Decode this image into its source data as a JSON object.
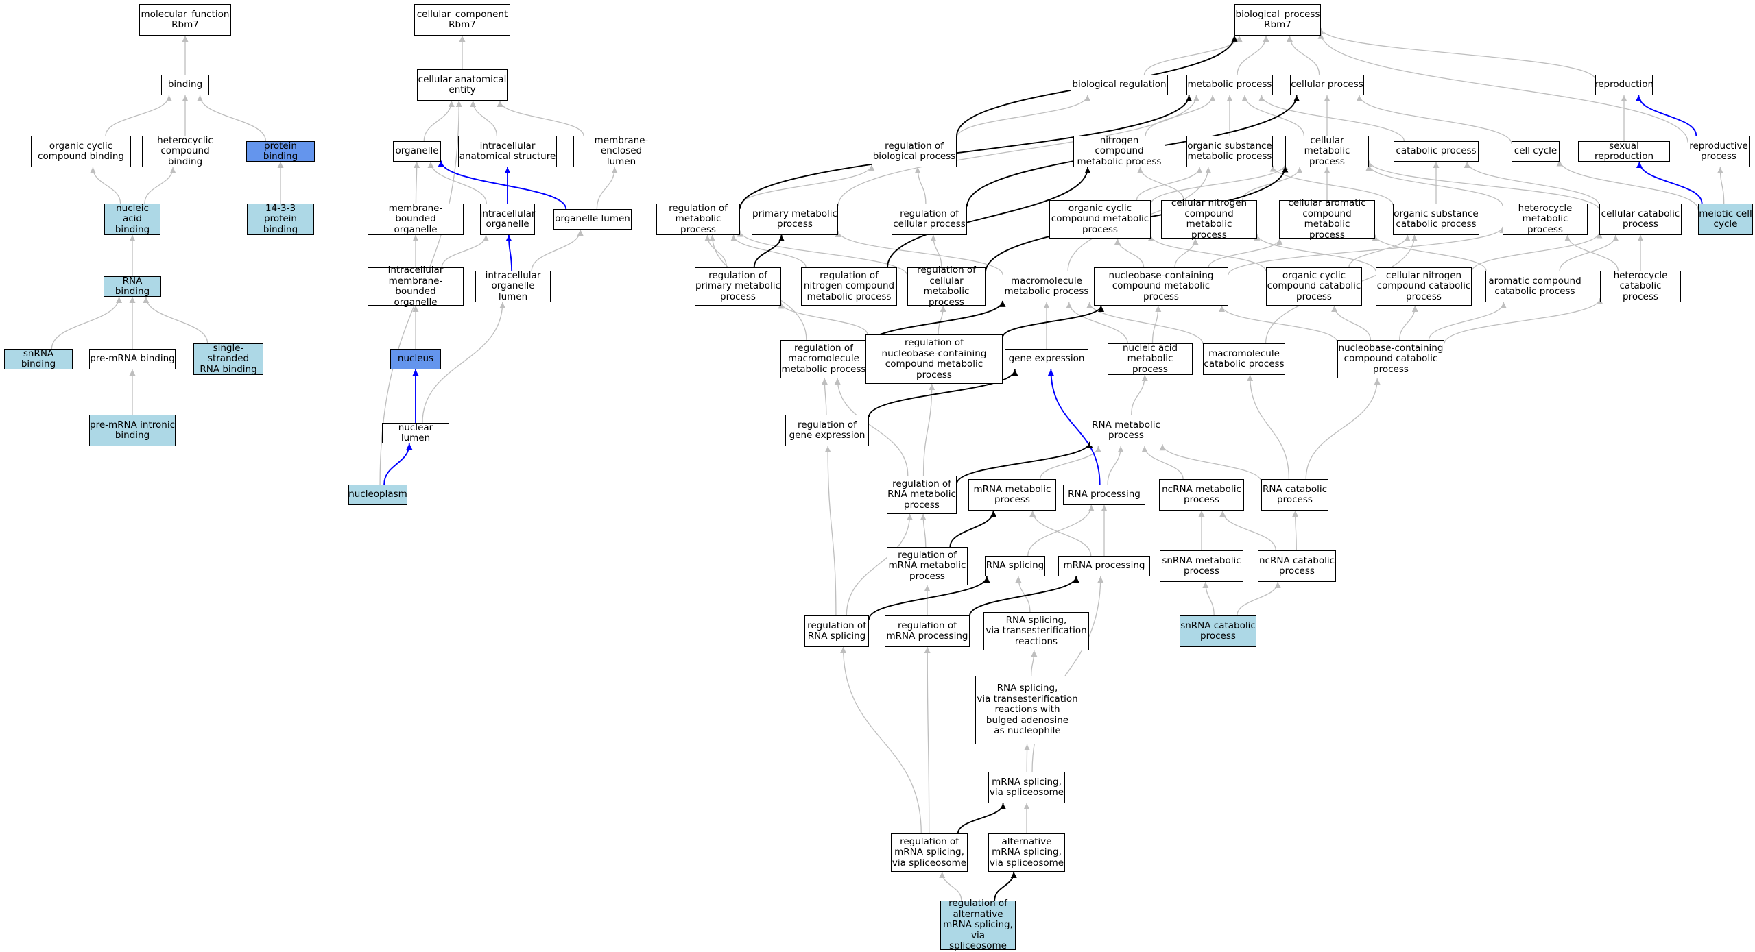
{
  "colors": {
    "white": "#ffffff",
    "light": "#add8e6",
    "blue": "#6495ed",
    "edge_gray": "#bebebe",
    "edge_blue": "#0000ff",
    "edge_black": "#000000"
  },
  "nodes": [
    {
      "id": "mf",
      "label": "molecular_function\nRbm7",
      "fill": "white"
    },
    {
      "id": "binding",
      "label": "binding",
      "fill": "white"
    },
    {
      "id": "ocb",
      "label": "organic cyclic\ncompound binding",
      "fill": "white"
    },
    {
      "id": "hcb",
      "label": "heterocyclic\ncompound binding",
      "fill": "white"
    },
    {
      "id": "pb",
      "label": "protein binding",
      "fill": "blue"
    },
    {
      "id": "nab",
      "label": "nucleic acid\nbinding",
      "fill": "light"
    },
    {
      "id": "b1433",
      "label": "14-3-3 protein\nbinding",
      "fill": "light"
    },
    {
      "id": "rnab",
      "label": "RNA binding",
      "fill": "light"
    },
    {
      "id": "snrnab",
      "label": "snRNA binding",
      "fill": "light"
    },
    {
      "id": "premrnab",
      "label": "pre-mRNA binding",
      "fill": "white"
    },
    {
      "id": "ssrnab",
      "label": "single-stranded\nRNA binding",
      "fill": "light"
    },
    {
      "id": "pmib",
      "label": "pre-mRNA intronic\nbinding",
      "fill": "light"
    },
    {
      "id": "cc",
      "label": "cellular_component\nRbm7",
      "fill": "white"
    },
    {
      "id": "cae",
      "label": "cellular anatomical\nentity",
      "fill": "white"
    },
    {
      "id": "organelle",
      "label": "organelle",
      "fill": "white"
    },
    {
      "id": "ias",
      "label": "intracellular\nanatomical structure",
      "fill": "white"
    },
    {
      "id": "mel",
      "label": "membrane-enclosed\nlumen",
      "fill": "white"
    },
    {
      "id": "mbo",
      "label": "membrane-bounded\norganelle",
      "fill": "white"
    },
    {
      "id": "io",
      "label": "intracellular\norganelle",
      "fill": "white"
    },
    {
      "id": "ol",
      "label": "organelle lumen",
      "fill": "white"
    },
    {
      "id": "imbo",
      "label": "intracellular\nmembrane-bounded\norganelle",
      "fill": "white"
    },
    {
      "id": "iol",
      "label": "intracellular\norganelle lumen",
      "fill": "white"
    },
    {
      "id": "nucleus",
      "label": "nucleus",
      "fill": "blue"
    },
    {
      "id": "nl",
      "label": "nuclear lumen",
      "fill": "white"
    },
    {
      "id": "np",
      "label": "nucleoplasm",
      "fill": "light"
    },
    {
      "id": "bp",
      "label": "biological_process\nRbm7",
      "fill": "white"
    },
    {
      "id": "breg",
      "label": "biological regulation",
      "fill": "white"
    },
    {
      "id": "mp",
      "label": "metabolic process",
      "fill": "white"
    },
    {
      "id": "cp",
      "label": "cellular process",
      "fill": "white"
    },
    {
      "id": "repro",
      "label": "reproduction",
      "fill": "white"
    },
    {
      "id": "rbp",
      "label": "regulation of\nbiological process",
      "fill": "white"
    },
    {
      "id": "ncmp",
      "label": "nitrogen compound\nmetabolic process",
      "fill": "white"
    },
    {
      "id": "osmp",
      "label": "organic substance\nmetabolic process",
      "fill": "white"
    },
    {
      "id": "cmp",
      "label": "cellular metabolic\nprocess",
      "fill": "white"
    },
    {
      "id": "catp",
      "label": "catabolic process",
      "fill": "white"
    },
    {
      "id": "ccyc",
      "label": "cell cycle",
      "fill": "white"
    },
    {
      "id": "sexrep",
      "label": "sexual reproduction",
      "fill": "white"
    },
    {
      "id": "repp",
      "label": "reproductive\nprocess",
      "fill": "white"
    },
    {
      "id": "rmp",
      "label": "regulation of\nmetabolic process",
      "fill": "white"
    },
    {
      "id": "pmp",
      "label": "primary metabolic\nprocess",
      "fill": "white"
    },
    {
      "id": "rcp",
      "label": "regulation of\ncellular process",
      "fill": "white"
    },
    {
      "id": "occmp",
      "label": "organic cyclic\ncompound metabolic\nprocess",
      "fill": "white"
    },
    {
      "id": "cncmp",
      "label": "cellular nitrogen\ncompound metabolic\nprocess",
      "fill": "white"
    },
    {
      "id": "cacmp",
      "label": "cellular aromatic\ncompound metabolic\nprocess",
      "fill": "white"
    },
    {
      "id": "oscp",
      "label": "organic substance\ncatabolic process",
      "fill": "white"
    },
    {
      "id": "hmp",
      "label": "heterocycle\nmetabolic process",
      "fill": "white"
    },
    {
      "id": "ccp",
      "label": "cellular catabolic\nprocess",
      "fill": "white"
    },
    {
      "id": "mcc",
      "label": "meiotic cell\ncycle",
      "fill": "light"
    },
    {
      "id": "rpmp",
      "label": "regulation of\nprimary metabolic\nprocess",
      "fill": "white"
    },
    {
      "id": "rncmp",
      "label": "regulation of\nnitrogen compound\nmetabolic process",
      "fill": "white"
    },
    {
      "id": "rcmp",
      "label": "regulation of\ncellular metabolic\nprocess",
      "fill": "white"
    },
    {
      "id": "macmp",
      "label": "macromolecule\nmetabolic process",
      "fill": "white"
    },
    {
      "id": "nbcmp",
      "label": "nucleobase-containing\ncompound metabolic\nprocess",
      "fill": "white"
    },
    {
      "id": "occcp",
      "label": "organic cyclic\ncompound catabolic\nprocess",
      "fill": "white"
    },
    {
      "id": "cnccp",
      "label": "cellular nitrogen\ncompound catabolic\nprocess",
      "fill": "white"
    },
    {
      "id": "accp",
      "label": "aromatic compound\ncatabolic process",
      "fill": "white"
    },
    {
      "id": "hcp",
      "label": "heterocycle\ncatabolic process",
      "fill": "white"
    },
    {
      "id": "rmmp",
      "label": "regulation of\nmacromolecule\nmetabolic process",
      "fill": "white"
    },
    {
      "id": "rnbcmp",
      "label": "regulation of\nnucleobase-containing\ncompound metabolic\nprocess",
      "fill": "white"
    },
    {
      "id": "ge",
      "label": "gene expression",
      "fill": "white"
    },
    {
      "id": "namp",
      "label": "nucleic acid\nmetabolic process",
      "fill": "white"
    },
    {
      "id": "maccp",
      "label": "macromolecule\ncatabolic process",
      "fill": "white"
    },
    {
      "id": "nbccp",
      "label": "nucleobase-containing\ncompound catabolic\nprocess",
      "fill": "white"
    },
    {
      "id": "rge",
      "label": "regulation of\ngene expression",
      "fill": "white"
    },
    {
      "id": "rnamp",
      "label": "RNA metabolic\nprocess",
      "fill": "white"
    },
    {
      "id": "rrnamp",
      "label": "regulation of\nRNA metabolic\nprocess",
      "fill": "white"
    },
    {
      "id": "mrnamp",
      "label": "mRNA metabolic\nprocess",
      "fill": "white"
    },
    {
      "id": "rnaproc",
      "label": "RNA processing",
      "fill": "white"
    },
    {
      "id": "ncrnamp",
      "label": "ncRNA metabolic\nprocess",
      "fill": "white"
    },
    {
      "id": "rnacp",
      "label": "RNA catabolic\nprocess",
      "fill": "white"
    },
    {
      "id": "rmrnamp",
      "label": "regulation of\nmRNA metabolic\nprocess",
      "fill": "white"
    },
    {
      "id": "rnasplice",
      "label": "RNA splicing",
      "fill": "white"
    },
    {
      "id": "mrnaproc",
      "label": "mRNA processing",
      "fill": "white"
    },
    {
      "id": "snrnamp",
      "label": "snRNA metabolic\nprocess",
      "fill": "white"
    },
    {
      "id": "ncrnacp",
      "label": "ncRNA catabolic\nprocess",
      "fill": "white"
    },
    {
      "id": "rrnasplice",
      "label": "regulation of\nRNA splicing",
      "fill": "white"
    },
    {
      "id": "rmrnaproc",
      "label": "regulation of\nmRNA processing",
      "fill": "white"
    },
    {
      "id": "rsvtr",
      "label": "RNA splicing,\nvia transesterification\nreactions",
      "fill": "white"
    },
    {
      "id": "snrnacp",
      "label": "snRNA catabolic\nprocess",
      "fill": "light"
    },
    {
      "id": "rsvtrba",
      "label": "RNA splicing,\nvia transesterification\nreactions with\nbulged adenosine\nas nucleophile",
      "fill": "white"
    },
    {
      "id": "msvs",
      "label": "mRNA splicing,\nvia spliceosome",
      "fill": "white"
    },
    {
      "id": "rmsvs",
      "label": "regulation of\nmRNA splicing,\nvia spliceosome",
      "fill": "white"
    },
    {
      "id": "amsvs",
      "label": "alternative\nmRNA splicing,\nvia spliceosome",
      "fill": "white"
    },
    {
      "id": "ramsvs",
      "label": "regulation of\nalternative\nmRNA splicing,\nvia spliceosome",
      "fill": "light"
    }
  ],
  "edges": [
    [
      "binding",
      "mf",
      "gray"
    ],
    [
      "ocb",
      "binding",
      "gray"
    ],
    [
      "hcb",
      "binding",
      "gray"
    ],
    [
      "pb",
      "binding",
      "gray"
    ],
    [
      "nab",
      "ocb",
      "gray"
    ],
    [
      "nab",
      "hcb",
      "gray"
    ],
    [
      "b1433",
      "pb",
      "gray"
    ],
    [
      "rnab",
      "nab",
      "gray"
    ],
    [
      "snrnab",
      "rnab",
      "gray"
    ],
    [
      "premrnab",
      "rnab",
      "gray"
    ],
    [
      "ssrnab",
      "rnab",
      "gray"
    ],
    [
      "pmib",
      "premrnab",
      "gray"
    ],
    [
      "cae",
      "cc",
      "gray"
    ],
    [
      "organelle",
      "cae",
      "gray"
    ],
    [
      "ias",
      "cae",
      "gray"
    ],
    [
      "mel",
      "cae",
      "gray"
    ],
    [
      "mbo",
      "organelle",
      "gray"
    ],
    [
      "io",
      "organelle",
      "gray"
    ],
    [
      "io",
      "ias",
      "blue"
    ],
    [
      "ol",
      "organelle",
      "blue"
    ],
    [
      "ol",
      "mel",
      "gray"
    ],
    [
      "imbo",
      "mbo",
      "gray"
    ],
    [
      "imbo",
      "io",
      "gray"
    ],
    [
      "iol",
      "io",
      "blue"
    ],
    [
      "iol",
      "ol",
      "gray"
    ],
    [
      "nucleus",
      "imbo",
      "gray"
    ],
    [
      "nl",
      "nucleus",
      "blue"
    ],
    [
      "nl",
      "iol",
      "gray"
    ],
    [
      "np",
      "nl",
      "blue"
    ],
    [
      "np",
      "cae",
      "gray"
    ],
    [
      "breg",
      "bp",
      "gray"
    ],
    [
      "mp",
      "bp",
      "gray"
    ],
    [
      "cp",
      "bp",
      "gray"
    ],
    [
      "repro",
      "bp",
      "gray"
    ],
    [
      "repp",
      "bp",
      "gray"
    ],
    [
      "rbp",
      "breg",
      "gray"
    ],
    [
      "rbp",
      "bp",
      "black"
    ],
    [
      "ncmp",
      "mp",
      "gray"
    ],
    [
      "osmp",
      "mp",
      "gray"
    ],
    [
      "cmp",
      "mp",
      "gray"
    ],
    [
      "cmp",
      "cp",
      "gray"
    ],
    [
      "catp",
      "mp",
      "gray"
    ],
    [
      "ccyc",
      "cp",
      "gray"
    ],
    [
      "sexrep",
      "repro",
      "gray"
    ],
    [
      "repp",
      "repro",
      "blue"
    ],
    [
      "rmp",
      "rbp",
      "gray"
    ],
    [
      "rmp",
      "mp",
      "black"
    ],
    [
      "pmp",
      "mp",
      "gray"
    ],
    [
      "rcp",
      "rbp",
      "gray"
    ],
    [
      "rcp",
      "cp",
      "black"
    ],
    [
      "occmp",
      "osmp",
      "gray"
    ],
    [
      "occmp",
      "cmp",
      "gray"
    ],
    [
      "cncmp",
      "ncmp",
      "gray"
    ],
    [
      "cncmp",
      "cmp",
      "gray"
    ],
    [
      "cacmp",
      "cmp",
      "gray"
    ],
    [
      "oscp",
      "osmp",
      "gray"
    ],
    [
      "oscp",
      "catp",
      "gray"
    ],
    [
      "hmp",
      "cmp",
      "gray"
    ],
    [
      "ccp",
      "cmp",
      "gray"
    ],
    [
      "ccp",
      "catp",
      "gray"
    ],
    [
      "mcc",
      "ccyc",
      "gray"
    ],
    [
      "mcc",
      "sexrep",
      "blue"
    ],
    [
      "mcc",
      "repp",
      "gray"
    ],
    [
      "rpmp",
      "rmp",
      "gray"
    ],
    [
      "rpmp",
      "pmp",
      "black"
    ],
    [
      "rncmp",
      "rmp",
      "gray"
    ],
    [
      "rncmp",
      "ncmp",
      "black"
    ],
    [
      "rcmp",
      "rmp",
      "gray"
    ],
    [
      "rcmp",
      "rcp",
      "gray"
    ],
    [
      "rcmp",
      "cmp",
      "black"
    ],
    [
      "macmp",
      "pmp",
      "gray"
    ],
    [
      "macmp",
      "osmp",
      "gray"
    ],
    [
      "nbcmp",
      "occmp",
      "gray"
    ],
    [
      "nbcmp",
      "cncmp",
      "gray"
    ],
    [
      "nbcmp",
      "cacmp",
      "gray"
    ],
    [
      "nbcmp",
      "hmp",
      "gray"
    ],
    [
      "occcp",
      "occmp",
      "gray"
    ],
    [
      "occcp",
      "oscp",
      "gray"
    ],
    [
      "cnccp",
      "cncmp",
      "gray"
    ],
    [
      "cnccp",
      "ccp",
      "gray"
    ],
    [
      "accp",
      "cacmp",
      "gray"
    ],
    [
      "accp",
      "ccp",
      "gray"
    ],
    [
      "hcp",
      "hmp",
      "gray"
    ],
    [
      "hcp",
      "ccp",
      "gray"
    ],
    [
      "rmmp",
      "rmp",
      "gray"
    ],
    [
      "rmmp",
      "macmp",
      "black"
    ],
    [
      "rnbcmp",
      "rpmp",
      "gray"
    ],
    [
      "rnbcmp",
      "rcmp",
      "gray"
    ],
    [
      "rnbcmp",
      "nbcmp",
      "black"
    ],
    [
      "ge",
      "macmp",
      "gray"
    ],
    [
      "namp",
      "macmp",
      "gray"
    ],
    [
      "namp",
      "nbcmp",
      "gray"
    ],
    [
      "maccp",
      "macmp",
      "gray"
    ],
    [
      "maccp",
      "oscp",
      "gray"
    ],
    [
      "nbccp",
      "nbcmp",
      "gray"
    ],
    [
      "nbccp",
      "occcp",
      "gray"
    ],
    [
      "nbccp",
      "cnccp",
      "gray"
    ],
    [
      "nbccp",
      "accp",
      "gray"
    ],
    [
      "nbccp",
      "hcp",
      "gray"
    ],
    [
      "rge",
      "rmmp",
      "gray"
    ],
    [
      "rge",
      "ge",
      "black"
    ],
    [
      "rnamp",
      "namp",
      "gray"
    ],
    [
      "rrnamp",
      "rmmp",
      "gray"
    ],
    [
      "rrnamp",
      "rnbcmp",
      "gray"
    ],
    [
      "rrnamp",
      "rnamp",
      "black"
    ],
    [
      "mrnamp",
      "rnamp",
      "gray"
    ],
    [
      "rnaproc",
      "rnamp",
      "gray"
    ],
    [
      "rnaproc",
      "ge",
      "blue"
    ],
    [
      "ncrnamp",
      "rnamp",
      "gray"
    ],
    [
      "rnacp",
      "rnamp",
      "gray"
    ],
    [
      "rnacp",
      "maccp",
      "gray"
    ],
    [
      "rnacp",
      "nbccp",
      "gray"
    ],
    [
      "rmrnamp",
      "rrnamp",
      "gray"
    ],
    [
      "rmrnamp",
      "mrnamp",
      "black"
    ],
    [
      "rnasplice",
      "rnaproc",
      "gray"
    ],
    [
      "mrnaproc",
      "mrnamp",
      "gray"
    ],
    [
      "mrnaproc",
      "rnaproc",
      "gray"
    ],
    [
      "snrnamp",
      "ncrnamp",
      "gray"
    ],
    [
      "ncrnacp",
      "ncrnamp",
      "gray"
    ],
    [
      "ncrnacp",
      "rnacp",
      "gray"
    ],
    [
      "rrnasplice",
      "rrnamp",
      "gray"
    ],
    [
      "rrnasplice",
      "rnasplice",
      "black"
    ],
    [
      "rrnasplice",
      "rge",
      "gray"
    ],
    [
      "rmrnaproc",
      "rmrnamp",
      "gray"
    ],
    [
      "rmrnaproc",
      "mrnaproc",
      "black"
    ],
    [
      "rsvtr",
      "rnasplice",
      "gray"
    ],
    [
      "snrnacp",
      "snrnamp",
      "gray"
    ],
    [
      "snrnacp",
      "ncrnacp",
      "gray"
    ],
    [
      "rsvtrba",
      "rsvtr",
      "gray"
    ],
    [
      "msvs",
      "rsvtrba",
      "gray"
    ],
    [
      "msvs",
      "mrnaproc",
      "gray"
    ],
    [
      "rmsvs",
      "rrnasplice",
      "gray"
    ],
    [
      "rmsvs",
      "rmrnaproc",
      "gray"
    ],
    [
      "rmsvs",
      "msvs",
      "black"
    ],
    [
      "amsvs",
      "msvs",
      "gray"
    ],
    [
      "ramsvs",
      "rmsvs",
      "gray"
    ],
    [
      "ramsvs",
      "amsvs",
      "black"
    ]
  ]
}
